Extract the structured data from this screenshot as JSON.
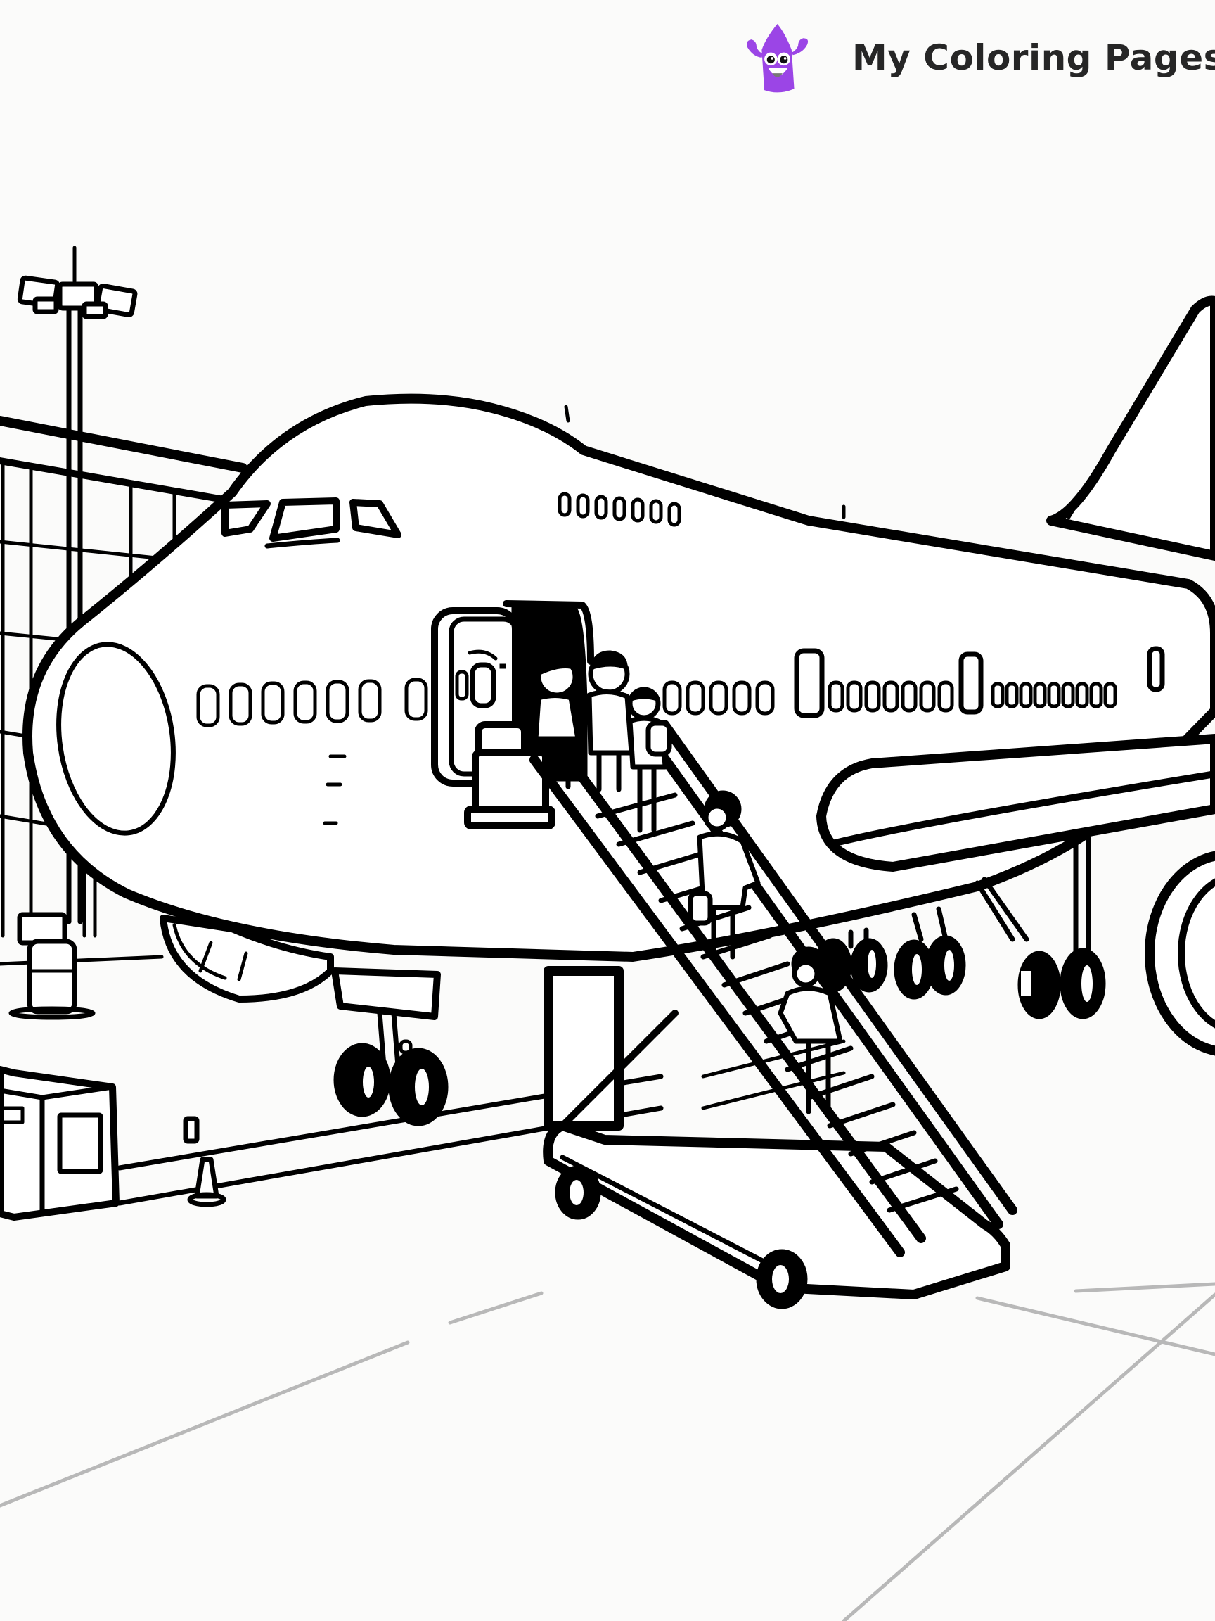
{
  "brand": {
    "title": "My Coloring Pages",
    "logo_icon": "purple-crayon-mascot-icon",
    "logo_color": "#9b45e6",
    "text_color": "#262626"
  },
  "artwork": {
    "style": "black line art coloring page",
    "subject": "Passengers boarding a jumbo jet via mobile stair truck at an airport terminal",
    "background_color": "#fbfbfa",
    "line_color": "#000000",
    "tarmac_line_color": "#b8b8b8",
    "elements": [
      "floodlight-tower",
      "terminal-building",
      "airplane",
      "cockpit-windows",
      "passenger-windows",
      "open-cabin-door",
      "passengers",
      "boarding-stair-truck",
      "nose-landing-gear",
      "main-landing-gear",
      "wing",
      "jet-engine",
      "tail-fin",
      "baggage-container",
      "traffic-cone",
      "trash-bin",
      "tarmac-markings"
    ],
    "passenger_count": 5
  }
}
